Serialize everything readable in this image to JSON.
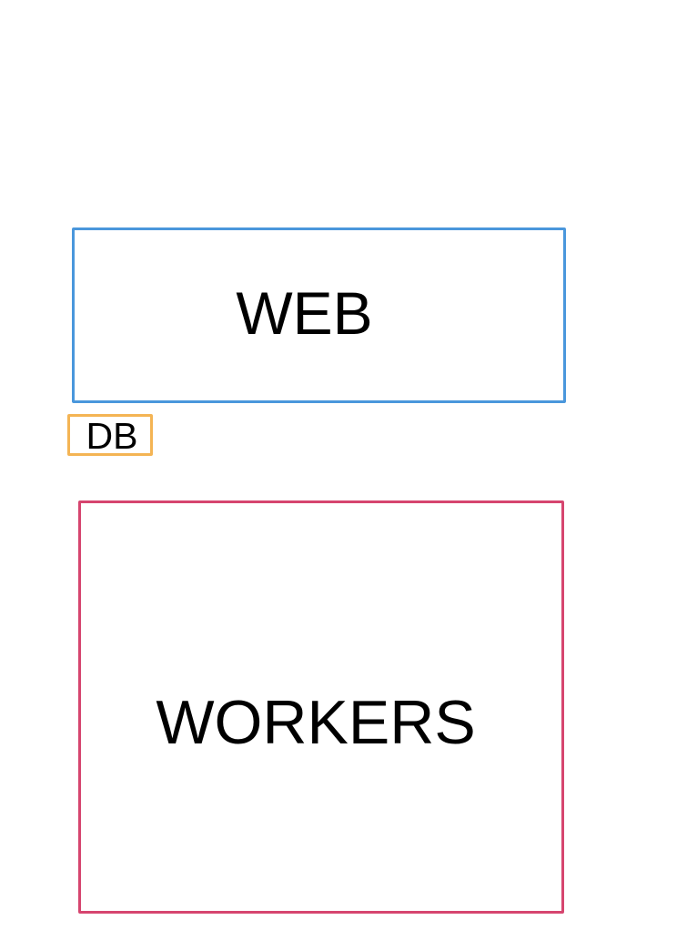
{
  "diagram": {
    "nodes": [
      {
        "id": "web",
        "label": "WEB",
        "border_color": "#4a97dc"
      },
      {
        "id": "db",
        "label": "DB",
        "border_color": "#f4b454"
      },
      {
        "id": "workers",
        "label": "WORKERS",
        "border_color": "#d6456f"
      }
    ]
  }
}
